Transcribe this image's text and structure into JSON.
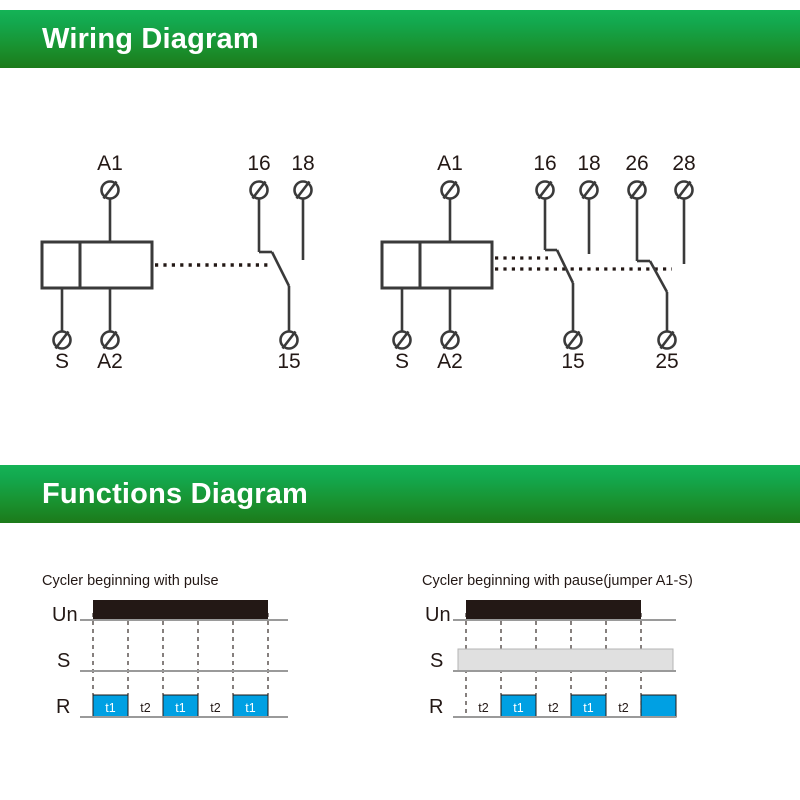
{
  "sections": [
    {
      "id": "wiring",
      "title": "Wiring Diagram"
    },
    {
      "id": "functions",
      "title": "Functions Diagram"
    }
  ],
  "colors": {
    "header_green_top": "#14b356",
    "header_green_bottom": "#1c7a1a",
    "line": "#3a3a3a",
    "ink": "#231815",
    "pulse_blue": "#00a0e3",
    "signal_gray": "#e0e0e0",
    "white": "#ffffff"
  },
  "wiring": {
    "diagrams": [
      {
        "name": "single-contact-relay",
        "top_terminals": [
          {
            "label": "A1",
            "symbol": "phi-terminal"
          },
          {
            "label": "16",
            "symbol": "phi-terminal"
          },
          {
            "label": "18",
            "symbol": "phi-terminal"
          }
        ],
        "bottom_terminals": [
          {
            "label": "S",
            "symbol": "phi-terminal"
          },
          {
            "label": "A2",
            "symbol": "phi-terminal"
          },
          {
            "label": "15",
            "symbol": "phi-terminal"
          }
        ],
        "contact_sets": 1
      },
      {
        "name": "dual-contact-relay",
        "top_terminals": [
          {
            "label": "A1",
            "symbol": "phi-terminal"
          },
          {
            "label": "16",
            "symbol": "phi-terminal"
          },
          {
            "label": "18",
            "symbol": "phi-terminal"
          },
          {
            "label": "26",
            "symbol": "phi-terminal"
          },
          {
            "label": "28",
            "symbol": "phi-terminal"
          }
        ],
        "bottom_terminals": [
          {
            "label": "S",
            "symbol": "phi-terminal"
          },
          {
            "label": "A2",
            "symbol": "phi-terminal"
          },
          {
            "label": "15",
            "symbol": "phi-terminal"
          },
          {
            "label": "25",
            "symbol": "phi-terminal"
          }
        ],
        "contact_sets": 2
      }
    ]
  },
  "functions": {
    "charts": [
      {
        "name": "cycler-beginning-with-pulse",
        "title": "Cycler beginning with pulse",
        "rows": [
          {
            "label": "Un",
            "type": "supply",
            "fill": "solid-black"
          },
          {
            "label": "S",
            "type": "signal",
            "fill": "none"
          },
          {
            "label": "R",
            "type": "relay",
            "fill": "blocks"
          }
        ],
        "sequence": [
          {
            "label": "t1",
            "state": "on"
          },
          {
            "label": "t2",
            "state": "off"
          },
          {
            "label": "t1",
            "state": "on"
          },
          {
            "label": "t2",
            "state": "off"
          },
          {
            "label": "t1",
            "state": "on"
          }
        ]
      },
      {
        "name": "cycler-beginning-with-pause",
        "title": "Cycler beginning with pause(jumper A1-S)",
        "rows": [
          {
            "label": "Un",
            "type": "supply",
            "fill": "solid-black"
          },
          {
            "label": "S",
            "type": "signal",
            "fill": "gray-block"
          },
          {
            "label": "R",
            "type": "relay",
            "fill": "blocks"
          }
        ],
        "sequence": [
          {
            "label": "t2",
            "state": "off"
          },
          {
            "label": "t1",
            "state": "on"
          },
          {
            "label": "t2",
            "state": "off"
          },
          {
            "label": "t1",
            "state": "on"
          },
          {
            "label": "t2",
            "state": "off"
          },
          {
            "label": "",
            "state": "on"
          }
        ]
      }
    ]
  }
}
